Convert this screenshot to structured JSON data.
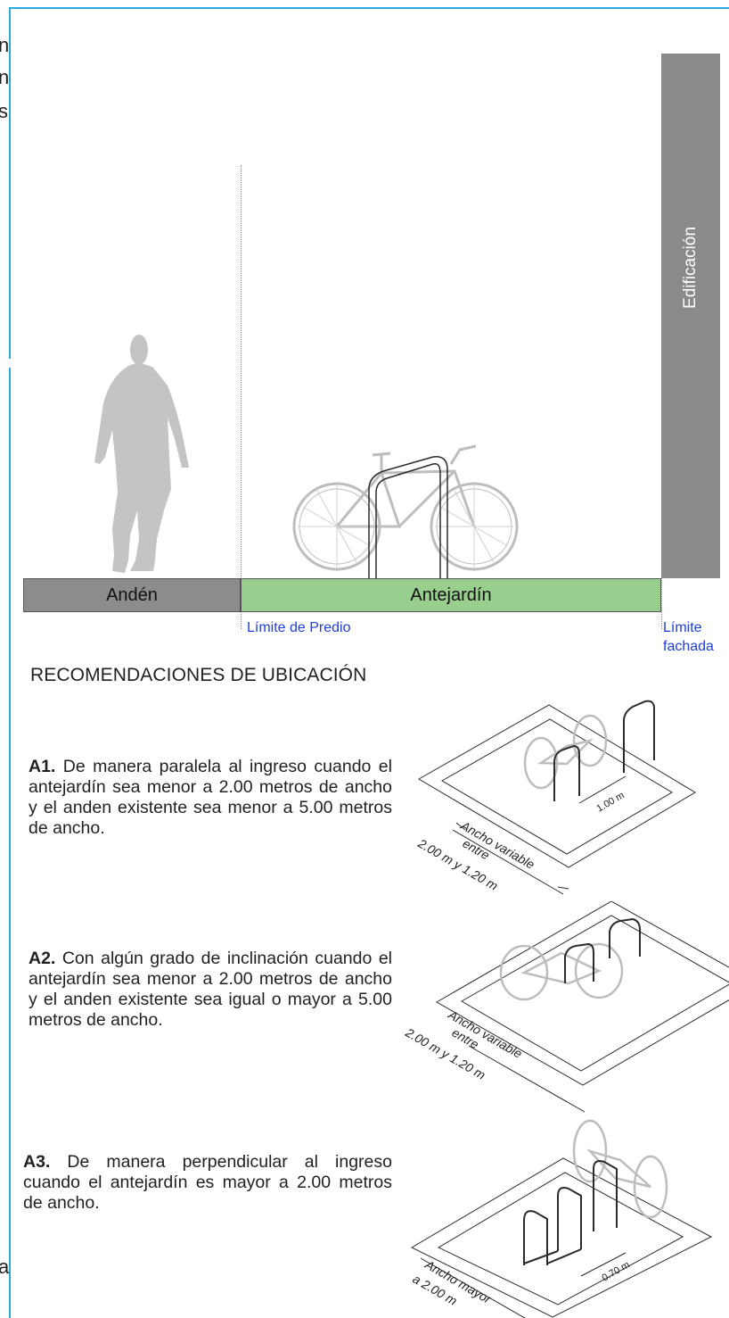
{
  "margin_fragments": [
    "n",
    "n",
    "s",
    "a"
  ],
  "section_diagram": {
    "building_label": "Edificación",
    "ground": {
      "anden": "Andén",
      "antejardin": "Antejardín"
    },
    "limits": {
      "predio": "Límite de Predio",
      "fachada_line1": "Límite",
      "fachada_line2": "fachada"
    }
  },
  "recommendations": {
    "heading": "RECOMENDACIONES DE UBICACIÓN",
    "items": [
      {
        "code": "A1.",
        "text": "De manera paralela al ingreso cuando el antejardín sea menor a 2.00 metros de ancho y el anden existente sea menor a 5.00 metros de ancho."
      },
      {
        "code": "A2.",
        "text": "Con algún grado de inclinación cuando el antejardín sea menor a 2.00 metros de ancho y el anden existente sea igual o mayor a 5.00 metros de ancho."
      },
      {
        "code": "A3.",
        "text": "De manera perpendicular al ingreso cuando el antejardín es mayor a 2.00 metros de ancho."
      }
    ]
  },
  "illustrations": {
    "a1": {
      "dimension": "1.00 m",
      "width_l1": "Ancho variable",
      "width_l2": "entre",
      "width_l3": "2.00 m y 1.20 m"
    },
    "a2": {
      "width_l1": "Ancho variable",
      "width_l2": "entre",
      "width_l3": "2.00 m y 1.20 m"
    },
    "a3": {
      "dimension": "0.70 m",
      "width_l1": "Ancho mayor",
      "width_l2": "a 2.00 m"
    }
  },
  "colors": {
    "frame": "#29abe2",
    "anden": "#8c8c8c",
    "antejardin": "#98ce8e",
    "building": "#8a8a8a",
    "limit_text": "#1f3fd9"
  }
}
